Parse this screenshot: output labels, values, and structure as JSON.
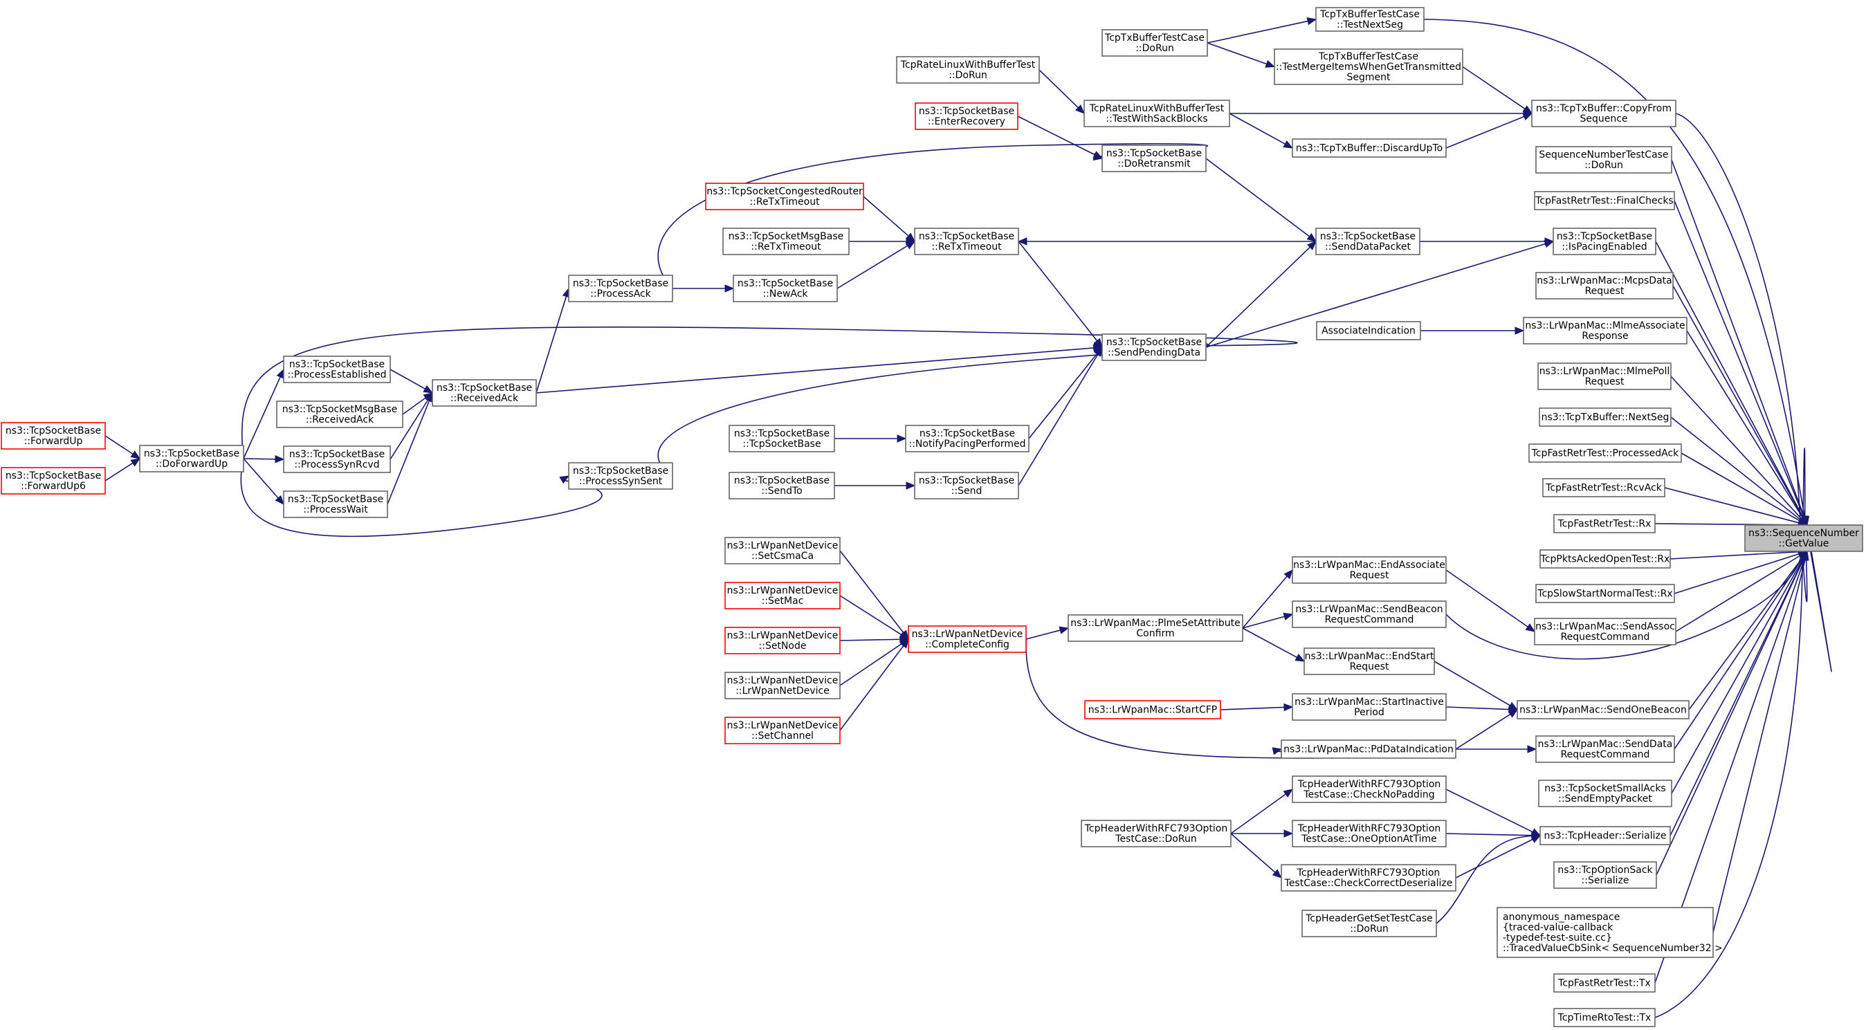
{
  "colors": {
    "edge": "#191970",
    "node_border": "#666666",
    "node_border_red": "#ff0000",
    "root_fill": "#bfbfbf"
  },
  "graph": {
    "nodes": [
      {
        "id": "getvalue",
        "lines": [
          "ns3::SequenceNumber",
          "::GetValue"
        ],
        "style": "root"
      },
      {
        "id": "txbuf_testnextseg",
        "lines": [
          "TcpTxBufferTestCase",
          "::TestNextSeg"
        ],
        "style": "normal"
      },
      {
        "id": "txbuf_testmerge",
        "lines": [
          "TcpTxBufferTestCase",
          "::TestMergeItemsWhenGetTransmitted",
          "Segment"
        ],
        "style": "normal"
      },
      {
        "id": "txbuf_dorun",
        "lines": [
          "TcpTxBufferTestCase",
          "::DoRun"
        ],
        "style": "normal"
      },
      {
        "id": "ratelinux_dorun",
        "lines": [
          "TcpRateLinuxWithBufferTest",
          "::DoRun"
        ],
        "style": "normal"
      },
      {
        "id": "ratelinux_testsack",
        "lines": [
          "TcpRateLinuxWithBufferTest",
          "::TestWithSackBlocks"
        ],
        "style": "normal"
      },
      {
        "id": "copyfrom",
        "lines": [
          "ns3::TcpTxBuffer::CopyFrom",
          "Sequence"
        ],
        "style": "normal"
      },
      {
        "id": "discardupto",
        "lines": [
          "ns3::TcpTxBuffer::DiscardUpTo"
        ],
        "style": "normal"
      },
      {
        "id": "seqnum_dorun",
        "lines": [
          "SequenceNumberTestCase",
          "::DoRun"
        ],
        "style": "normal"
      },
      {
        "id": "fastretr_finalchecks",
        "lines": [
          "TcpFastRetrTest::FinalChecks"
        ],
        "style": "normal"
      },
      {
        "id": "enterrecovery",
        "lines": [
          "ns3::TcpSocketBase",
          "::EnterRecovery"
        ],
        "style": "red"
      },
      {
        "id": "doretransmit",
        "lines": [
          "ns3::TcpSocketBase",
          "::DoRetransmit"
        ],
        "style": "normal"
      },
      {
        "id": "congested_retx",
        "lines": [
          "ns3::TcpSocketCongestedRouter",
          "::ReTxTimeout"
        ],
        "style": "red"
      },
      {
        "id": "msgbase_retx",
        "lines": [
          "ns3::TcpSocketMsgBase",
          "::ReTxTimeout"
        ],
        "style": "normal"
      },
      {
        "id": "retxtimeout",
        "lines": [
          "ns3::TcpSocketBase",
          "::ReTxTimeout"
        ],
        "style": "normal"
      },
      {
        "id": "senddatapacket",
        "lines": [
          "ns3::TcpSocketBase",
          "::SendDataPacket"
        ],
        "style": "normal"
      },
      {
        "id": "ispacing",
        "lines": [
          "ns3::TcpSocketBase",
          "::IsPacingEnabled"
        ],
        "style": "normal"
      },
      {
        "id": "processack",
        "lines": [
          "ns3::TcpSocketBase",
          "::ProcessAck"
        ],
        "style": "normal"
      },
      {
        "id": "newack",
        "lines": [
          "ns3::TcpSocketBase",
          "::NewAck"
        ],
        "style": "normal"
      },
      {
        "id": "mcpsdata",
        "lines": [
          "ns3::LrWpanMac::McpsData",
          "Request"
        ],
        "style": "normal"
      },
      {
        "id": "assocind",
        "lines": [
          "AssociateIndication"
        ],
        "style": "normal"
      },
      {
        "id": "mlmeassoc",
        "lines": [
          "ns3::LrWpanMac::MlmeAssociate",
          "Response"
        ],
        "style": "normal"
      },
      {
        "id": "sendpending",
        "lines": [
          "ns3::TcpSocketBase",
          "::SendPendingData"
        ],
        "style": "normal"
      },
      {
        "id": "processestablished",
        "lines": [
          "ns3::TcpSocketBase",
          "::ProcessEstablished"
        ],
        "style": "normal"
      },
      {
        "id": "receivedack",
        "lines": [
          "ns3::TcpSocketBase",
          "::ReceivedAck"
        ],
        "style": "normal"
      },
      {
        "id": "msgbase_receivedack",
        "lines": [
          "ns3::TcpSocketMsgBase",
          "::ReceivedAck"
        ],
        "style": "normal"
      },
      {
        "id": "mlmepoll",
        "lines": [
          "ns3::LrWpanMac::MlmePoll",
          "Request"
        ],
        "style": "normal"
      },
      {
        "id": "forwardup",
        "lines": [
          "ns3::TcpSocketBase",
          "::ForwardUp"
        ],
        "style": "red"
      },
      {
        "id": "doforwardup",
        "lines": [
          "ns3::TcpSocketBase",
          "::DoForwardUp"
        ],
        "style": "normal"
      },
      {
        "id": "forwardup6",
        "lines": [
          "ns3::TcpSocketBase",
          "::ForwardUp6"
        ],
        "style": "red"
      },
      {
        "id": "processsynrcvd",
        "lines": [
          "ns3::TcpSocketBase",
          "::ProcessSynRcvd"
        ],
        "style": "normal"
      },
      {
        "id": "processwait",
        "lines": [
          "ns3::TcpSocketBase",
          "::ProcessWait"
        ],
        "style": "normal"
      },
      {
        "id": "tcpsocketbase_ctor",
        "lines": [
          "ns3::TcpSocketBase",
          "::TcpSocketBase"
        ],
        "style": "normal"
      },
      {
        "id": "notifypacing",
        "lines": [
          "ns3::TcpSocketBase",
          "::NotifyPacingPerformed"
        ],
        "style": "normal"
      },
      {
        "id": "nextseg",
        "lines": [
          "ns3::TcpTxBuffer::NextSeg"
        ],
        "style": "normal"
      },
      {
        "id": "processsynsent",
        "lines": [
          "ns3::TcpSocketBase",
          "::ProcessSynSent"
        ],
        "style": "normal"
      },
      {
        "id": "fastretr_processedack",
        "lines": [
          "TcpFastRetrTest::ProcessedAck"
        ],
        "style": "normal"
      },
      {
        "id": "sendto",
        "lines": [
          "ns3::TcpSocketBase",
          "::SendTo"
        ],
        "style": "normal"
      },
      {
        "id": "send",
        "lines": [
          "ns3::TcpSocketBase",
          "::Send"
        ],
        "style": "normal"
      },
      {
        "id": "fastretr_rcvack",
        "lines": [
          "TcpFastRetrTest::RcvAck"
        ],
        "style": "normal"
      },
      {
        "id": "fastretr_rx",
        "lines": [
          "TcpFastRetrTest::Rx"
        ],
        "style": "normal"
      },
      {
        "id": "pktsacked_rx",
        "lines": [
          "TcpPktsAckedOpenTest::Rx"
        ],
        "style": "normal"
      },
      {
        "id": "setcsmaca",
        "lines": [
          "ns3::LrWpanNetDevice",
          "::SetCsmaCa"
        ],
        "style": "normal"
      },
      {
        "id": "endassoc",
        "lines": [
          "ns3::LrWpanMac::EndAssociate",
          "Request"
        ],
        "style": "normal"
      },
      {
        "id": "slowstart_rx",
        "lines": [
          "TcpSlowStartNormalTest::Rx"
        ],
        "style": "normal"
      },
      {
        "id": "setmac",
        "lines": [
          "ns3::LrWpanNetDevice",
          "::SetMac"
        ],
        "style": "red"
      },
      {
        "id": "sendbeacon",
        "lines": [
          "ns3::LrWpanMac::SendBeacon",
          "RequestCommand"
        ],
        "style": "normal"
      },
      {
        "id": "sendassoc",
        "lines": [
          "ns3::LrWpanMac::SendAssoc",
          "RequestCommand"
        ],
        "style": "normal"
      },
      {
        "id": "setnode",
        "lines": [
          "ns3::LrWpanNetDevice",
          "::SetNode"
        ],
        "style": "red"
      },
      {
        "id": "completeconfig",
        "lines": [
          "ns3::LrWpanNetDevice",
          "::CompleteConfig"
        ],
        "style": "red"
      },
      {
        "id": "plmeset",
        "lines": [
          "ns3::LrWpanMac::PlmeSetAttribute",
          "Confirm"
        ],
        "style": "normal"
      },
      {
        "id": "endstart",
        "lines": [
          "ns3::LrWpanMac::EndStart",
          "Request"
        ],
        "style": "normal"
      },
      {
        "id": "lrwpannetdevice_ctor",
        "lines": [
          "ns3::LrWpanNetDevice",
          "::LrWpanNetDevice"
        ],
        "style": "normal"
      },
      {
        "id": "startcfp",
        "lines": [
          "ns3::LrWpanMac::StartCFP"
        ],
        "style": "red"
      },
      {
        "id": "startinactive",
        "lines": [
          "ns3::LrWpanMac::StartInactive",
          "Period"
        ],
        "style": "normal"
      },
      {
        "id": "sendonebeacon",
        "lines": [
          "ns3::LrWpanMac::SendOneBeacon"
        ],
        "style": "normal"
      },
      {
        "id": "setchannel",
        "lines": [
          "ns3::LrWpanNetDevice",
          "::SetChannel"
        ],
        "style": "red"
      },
      {
        "id": "pddataind",
        "lines": [
          "ns3::LrWpanMac::PdDataIndication"
        ],
        "style": "normal"
      },
      {
        "id": "senddatareq",
        "lines": [
          "ns3::LrWpanMac::SendData",
          "RequestCommand"
        ],
        "style": "normal"
      },
      {
        "id": "smallacks",
        "lines": [
          "ns3::TcpSocketSmallAcks",
          "::SendEmptyPacket"
        ],
        "style": "normal"
      },
      {
        "id": "rfc_checknopadding",
        "lines": [
          "TcpHeaderWithRFC793Option",
          "TestCase::CheckNoPadding"
        ],
        "style": "normal"
      },
      {
        "id": "rfc_dorun",
        "lines": [
          "TcpHeaderWithRFC793Option",
          "TestCase::DoRun"
        ],
        "style": "normal"
      },
      {
        "id": "rfc_oneoption",
        "lines": [
          "TcpHeaderWithRFC793Option",
          "TestCase::OneOptionAtTime"
        ],
        "style": "normal"
      },
      {
        "id": "tcpheader_serialize",
        "lines": [
          "ns3::TcpHeader::Serialize"
        ],
        "style": "normal"
      },
      {
        "id": "rfc_checkcorrect",
        "lines": [
          "TcpHeaderWithRFC793Option",
          "TestCase::CheckCorrectDeserialize"
        ],
        "style": "normal"
      },
      {
        "id": "optionsack_serialize",
        "lines": [
          "ns3::TcpOptionSack",
          "::Serialize"
        ],
        "style": "normal"
      },
      {
        "id": "getset_dorun",
        "lines": [
          "TcpHeaderGetSetTestCase",
          "::DoRun"
        ],
        "style": "normal"
      },
      {
        "id": "anon_ns",
        "lines": [
          "anonymous_namespace",
          "{traced-value-callback",
          "-typedef-test-suite.cc}",
          "::TracedValueCbSink< SequenceNumber32 >"
        ],
        "style": "normal",
        "align": "left"
      },
      {
        "id": "fastretr_tx",
        "lines": [
          "TcpFastRetrTest::Tx"
        ],
        "style": "normal"
      },
      {
        "id": "timerto_tx",
        "lines": [
          "TcpTimeRtoTest::Tx"
        ],
        "style": "normal"
      }
    ]
  }
}
